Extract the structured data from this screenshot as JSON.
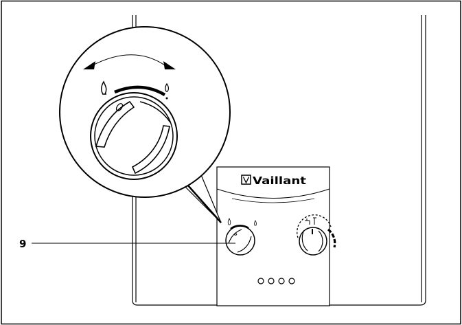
{
  "brand": {
    "name": "Vaillant"
  },
  "callout": {
    "number": "9"
  },
  "panel": {
    "indicator_count": 4
  },
  "colors": {
    "line": "#000000",
    "background": "#ffffff"
  },
  "icons": {
    "zoom_left": "small-flame-icon",
    "zoom_right": "large-flame-icon",
    "panel_left": "flame-icon",
    "panel_right": "tap-temperature-icon"
  }
}
